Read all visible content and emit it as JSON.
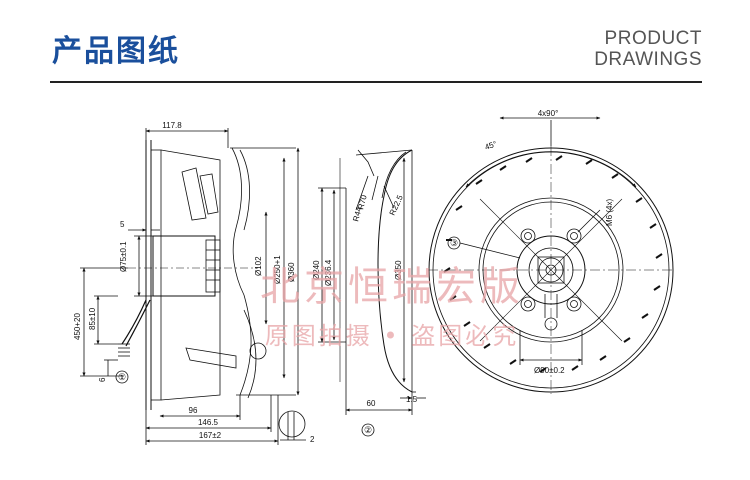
{
  "header": {
    "title": "产品图纸",
    "subtitle_line1": "PRODUCT",
    "subtitle_line2": "DRAWINGS"
  },
  "side_view": {
    "dim_117_8": "117.8",
    "dim_5": "5",
    "dim_75": "Ø75±0.1",
    "dim_102": "Ø102",
    "dim_250": "Ø250+1",
    "dim_360": "Ø360",
    "dim_450": "450+20",
    "dim_85": "85±10",
    "dim_6": "6",
    "marker_1": "①",
    "dim_96": "96",
    "dim_146_5": "146.5",
    "dim_167": "167±2",
    "dim_2": "2"
  },
  "section_view": {
    "r70": "R70",
    "r44": "R44",
    "r22_5": "R22.5",
    "dim_240": "Ø240",
    "dim_236_4": "Ø236.4",
    "dim_350": "Ø350",
    "dim_60": "60",
    "dim_1_5": "1.5",
    "marker_2": "②"
  },
  "front_view": {
    "angle_4x90": "4x90°",
    "angle_45": "45°",
    "m6": "M6 (4x)",
    "marker_3": "③",
    "dim_90": "Ø90±0.2"
  },
  "watermark": {
    "line1": "北京恒瑞宏版",
    "line2": "原图拍摄 • 盗图必究"
  }
}
